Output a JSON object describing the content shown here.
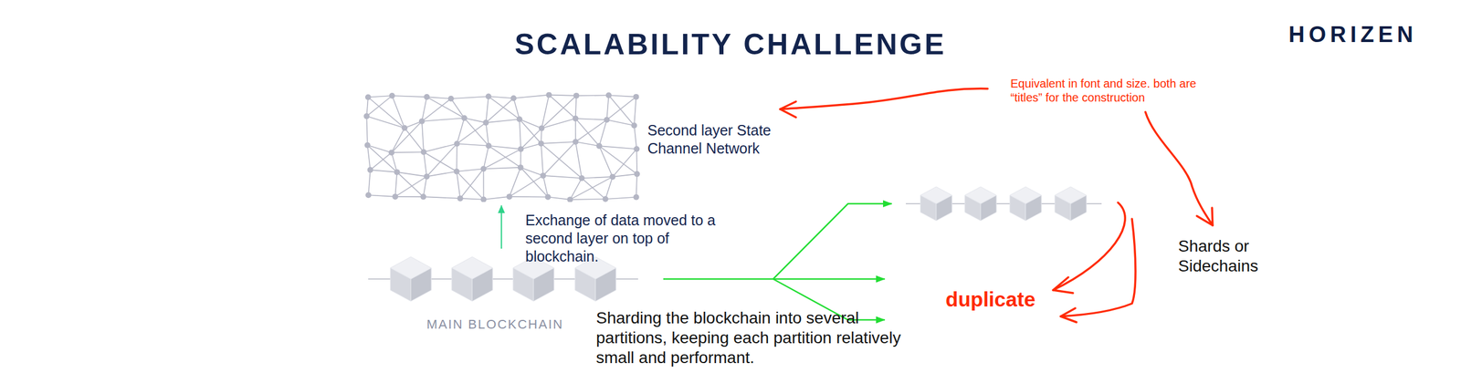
{
  "diagram": {
    "title": "SCALABILITY CHALLENGE",
    "nodes": [
      {
        "text": [
          "Second layer State Channel Network"
        ]
      },
      {
        "text": [
          "MAIN BLOCKCHAIN"
        ]
      },
      {
        "text": [
          "Shards or Sidechains"
        ]
      }
    ],
    "edges": [
      {
        "from": 1,
        "to": 0,
        "arrow": "to",
        "label": "Exchange of data moved to a second layer on top of blockchain."
      },
      {
        "from": 1,
        "to": 2,
        "arrow": "to",
        "label": "Sharding the blockchain into several partitions, keeping each partition relatively small and performant."
      }
    ],
    "labels": [
      "HORIZEN",
      "Equivalent in font and size. both are “titles” for the construction",
      "duplicate"
    ]
  }
}
